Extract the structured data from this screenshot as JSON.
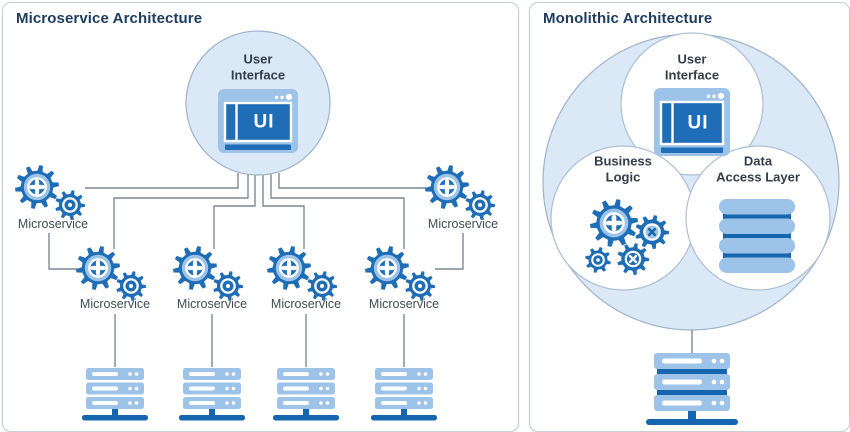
{
  "colors": {
    "blue": "#1e6db6",
    "light_blue": "#9dc4e8",
    "pale_blue": "#dbe8f6",
    "dark_blue": "#1565af",
    "navy_title": "#1d3c5f",
    "node_text": "#333e49",
    "label_text": "#414c56",
    "line_gray": "#7d8994",
    "circle_stroke": "#9db4c9",
    "white_circle_stroke": "#abbfd3",
    "panel_border": "#c7cdd4"
  },
  "left_panel": {
    "title": "Microservice Architecture",
    "ui_node": {
      "title_line1": "User",
      "title_line2": "Interface",
      "browser_text": "UI"
    },
    "microservices": [
      {
        "label": "Microservice"
      },
      {
        "label": "Microservice"
      },
      {
        "label": "Microservice"
      },
      {
        "label": "Microservice"
      },
      {
        "label": "Microservice"
      },
      {
        "label": "Microservice"
      }
    ]
  },
  "right_panel": {
    "title": "Monolithic Architecture",
    "ui_node": {
      "title_line1": "User",
      "title_line2": "Interface",
      "browser_text": "UI"
    },
    "business_logic_node": {
      "title_line1": "Business",
      "title_line2": "Logic"
    },
    "data_access_node": {
      "title_line1": "Data",
      "title_line2": "Access Layer"
    }
  }
}
